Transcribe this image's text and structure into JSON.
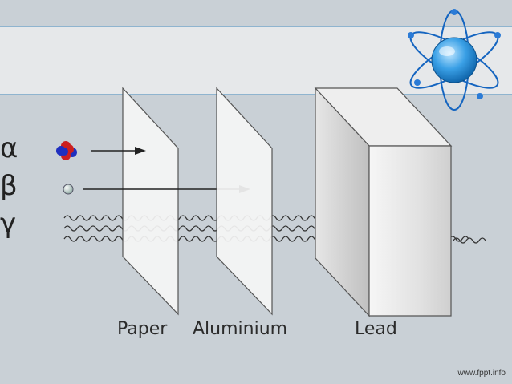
{
  "particles": {
    "alpha": "α",
    "beta": "β",
    "gamma": "γ"
  },
  "materials": {
    "paper": "Paper",
    "aluminium": "Aluminium",
    "lead": "Lead"
  },
  "watermark": "www.fppt.info",
  "icons": {
    "logo": "atom-icon",
    "alpha_particle": "alpha-particle-icon",
    "beta_particle": "beta-particle-icon"
  },
  "colors": {
    "background": "#c9d0d6",
    "band": "#e6e8ea",
    "band_border": "#8fb4cf",
    "atom_core": "#3aa0e6",
    "proton": "#cc1f1f",
    "neutron": "#1f2fbf"
  }
}
